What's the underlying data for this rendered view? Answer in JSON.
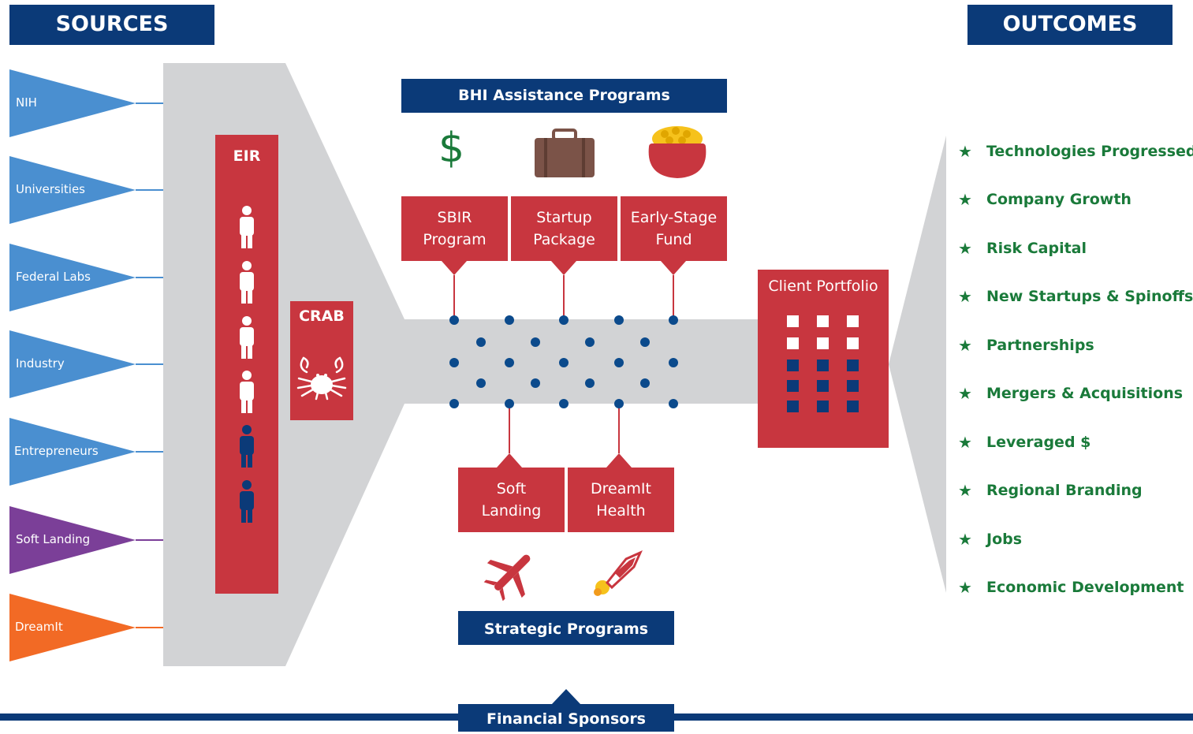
{
  "headers": {
    "sources": "SOURCES",
    "outcomes": "OUTCOMES",
    "bhi_programs": "BHI Assistance Programs",
    "strategic_programs": "Strategic Programs",
    "financial_sponsors": "Financial Sponsors"
  },
  "sources": [
    {
      "label": "NIH",
      "color": "#4a8fd0"
    },
    {
      "label": "Universities",
      "color": "#4a8fd0"
    },
    {
      "label": "Federal Labs",
      "color": "#4a8fd0"
    },
    {
      "label": "Industry",
      "color": "#4a8fd0"
    },
    {
      "label": "Entrepreneurs",
      "color": "#4a8fd0"
    },
    {
      "label": "Soft Landing",
      "color": "#7b3f98"
    },
    {
      "label": "DreamIt",
      "color": "#f26a25"
    }
  ],
  "eir": {
    "label": "EIR"
  },
  "crab": {
    "label": "CRAB"
  },
  "bhi_programs": [
    {
      "label": "SBIR\nProgram",
      "icon": "dollar-icon"
    },
    {
      "label": "Startup\nPackage",
      "icon": "briefcase-icon"
    },
    {
      "label": "Early-Stage\nFund",
      "icon": "pot-of-gold-icon"
    }
  ],
  "strategic_programs": [
    {
      "label": "Soft\nLanding",
      "icon": "airplane-icon"
    },
    {
      "label": "DreamIt\nHealth",
      "icon": "rocket-icon"
    }
  ],
  "client_portfolio": {
    "label": "Client Portfolio"
  },
  "outcomes": [
    "Technologies Progressed",
    "Company Growth",
    "Risk Capital",
    "New Startups & Spinoffs",
    "Partnerships",
    "Mergers & Acquisitions",
    "Leveraged $",
    "Regional Branding",
    "Jobs",
    "Economic Development"
  ],
  "colors": {
    "navy": "#0b3a78",
    "red": "#c8363f",
    "gray": "#d2d3d5",
    "green": "#1a7a3a",
    "dot": "#0b4a8c"
  }
}
